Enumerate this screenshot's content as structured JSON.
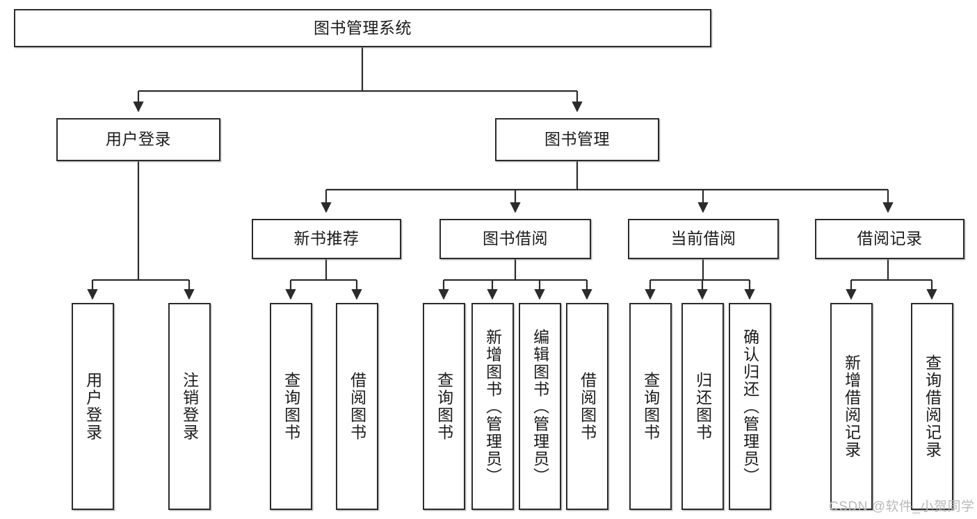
{
  "diagram": {
    "title_node": {
      "label": "图书管理系统"
    },
    "level2": [
      {
        "id": "user-login",
        "label": "用户登录"
      },
      {
        "id": "book-management",
        "label": "图书管理"
      }
    ],
    "level3": [
      {
        "id": "new-book-recommend",
        "label": "新书推荐"
      },
      {
        "id": "book-borrow",
        "label": "图书借阅"
      },
      {
        "id": "current-borrow",
        "label": "当前借阅"
      },
      {
        "id": "borrow-record",
        "label": "借阅记录"
      }
    ],
    "leaves": [
      {
        "id": "leaf-user-login",
        "label": "用户登录"
      },
      {
        "id": "leaf-logout-login",
        "label": "注销登录"
      },
      {
        "id": "leaf-query-book-1",
        "label": "查询图书"
      },
      {
        "id": "leaf-borrow-book-1",
        "label": "借阅图书"
      },
      {
        "id": "leaf-query-book-2",
        "label": "查询图书"
      },
      {
        "id": "leaf-add-book",
        "label": "新增图书（管理员）"
      },
      {
        "id": "leaf-edit-book",
        "label": "编辑图书（管理员）"
      },
      {
        "id": "leaf-borrow-book-2",
        "label": "借阅图书"
      },
      {
        "id": "leaf-query-book-3",
        "label": "查询图书"
      },
      {
        "id": "leaf-return-book",
        "label": "归还图书"
      },
      {
        "id": "leaf-confirm-return",
        "label": "确认归还（管理员）"
      },
      {
        "id": "leaf-add-record",
        "label": "新增借阅记录"
      },
      {
        "id": "leaf-query-record",
        "label": "查询借阅记录"
      }
    ],
    "watermark": {
      "text": "CSDN @软件_小贺同学"
    },
    "colors": {
      "stroke": "#2b2b2b",
      "fill": "#ffffff",
      "text": "#1b1b1b",
      "watermark": "#b9b9b9"
    }
  },
  "chart_data": {
    "type": "diagram",
    "title": "图书管理系统",
    "orientation": "top-down tree",
    "nodes": [
      {
        "id": "root",
        "label": "图书管理系统",
        "level": 0
      },
      {
        "id": "user-login",
        "label": "用户登录",
        "level": 1,
        "parent": "root"
      },
      {
        "id": "book-management",
        "label": "图书管理",
        "level": 1,
        "parent": "root"
      },
      {
        "id": "leaf-user-login",
        "label": "用户登录",
        "level": 2,
        "parent": "user-login"
      },
      {
        "id": "leaf-logout-login",
        "label": "注销登录",
        "level": 2,
        "parent": "user-login"
      },
      {
        "id": "new-book-recommend",
        "label": "新书推荐",
        "level": 2,
        "parent": "book-management"
      },
      {
        "id": "book-borrow",
        "label": "图书借阅",
        "level": 2,
        "parent": "book-management"
      },
      {
        "id": "current-borrow",
        "label": "当前借阅",
        "level": 2,
        "parent": "book-management"
      },
      {
        "id": "borrow-record",
        "label": "借阅记录",
        "level": 2,
        "parent": "book-management"
      },
      {
        "id": "leaf-query-book-1",
        "label": "查询图书",
        "level": 3,
        "parent": "new-book-recommend"
      },
      {
        "id": "leaf-borrow-book-1",
        "label": "借阅图书",
        "level": 3,
        "parent": "new-book-recommend"
      },
      {
        "id": "leaf-query-book-2",
        "label": "查询图书",
        "level": 3,
        "parent": "book-borrow"
      },
      {
        "id": "leaf-add-book",
        "label": "新增图书（管理员）",
        "level": 3,
        "parent": "book-borrow"
      },
      {
        "id": "leaf-edit-book",
        "label": "编辑图书（管理员）",
        "level": 3,
        "parent": "book-borrow"
      },
      {
        "id": "leaf-borrow-book-2",
        "label": "借阅图书",
        "level": 3,
        "parent": "book-borrow"
      },
      {
        "id": "leaf-query-book-3",
        "label": "查询图书",
        "level": 3,
        "parent": "current-borrow"
      },
      {
        "id": "leaf-return-book",
        "label": "归还图书",
        "level": 3,
        "parent": "current-borrow"
      },
      {
        "id": "leaf-confirm-return",
        "label": "确认归还（管理员）",
        "level": 3,
        "parent": "current-borrow"
      },
      {
        "id": "leaf-add-record",
        "label": "新增借阅记录",
        "level": 3,
        "parent": "borrow-record"
      },
      {
        "id": "leaf-query-record",
        "label": "查询借阅记录",
        "level": 3,
        "parent": "borrow-record"
      }
    ]
  }
}
